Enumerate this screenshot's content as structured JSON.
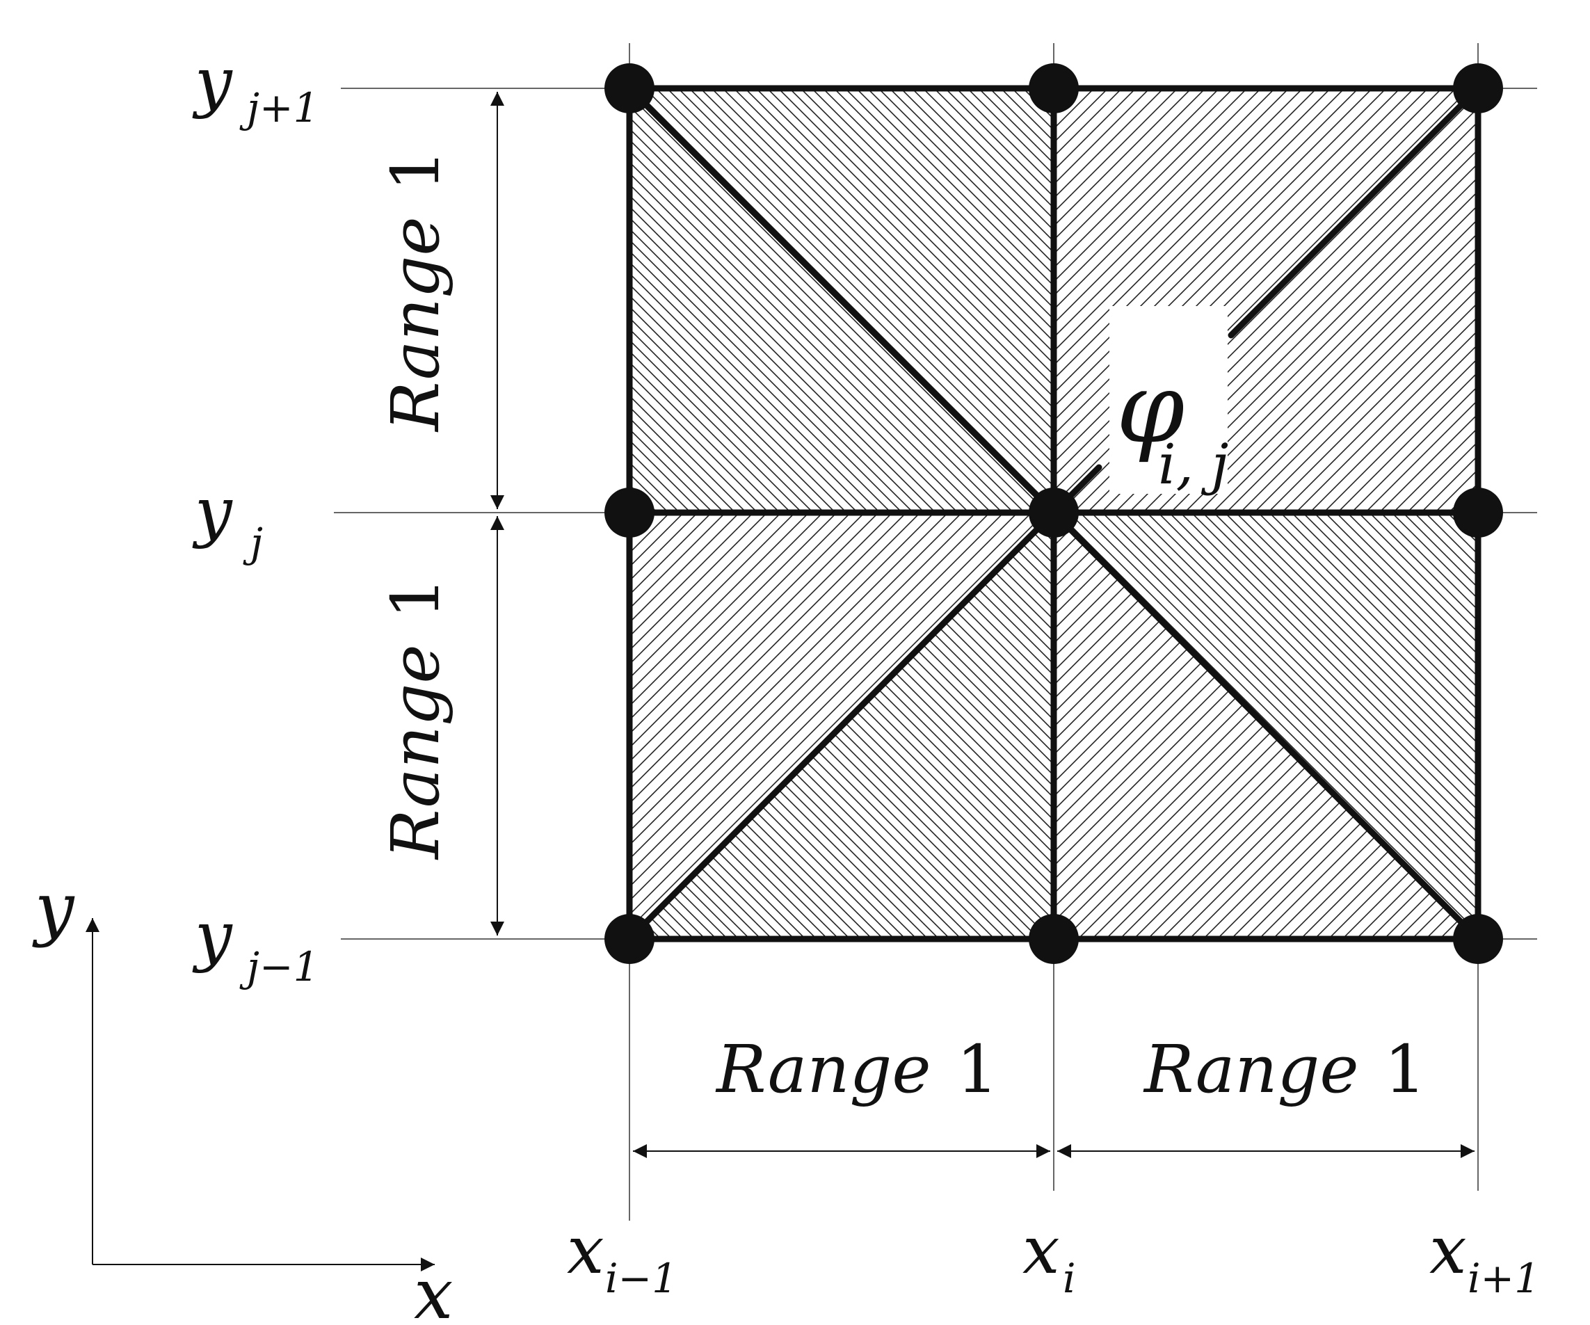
{
  "diagram": {
    "node_label": {
      "symbol": "φ",
      "subscript": "i, j"
    },
    "grid_labels": {
      "x_prev": {
        "base": "x",
        "sub": "i−1"
      },
      "x_curr": {
        "base": "x",
        "sub": "i"
      },
      "x_next": {
        "base": "x",
        "sub": "i+1"
      },
      "y_next": {
        "base": "y",
        "sub": "j+1"
      },
      "y_curr": {
        "base": "y",
        "sub": "j"
      },
      "y_prev": {
        "base": "y",
        "sub": "j−1"
      }
    },
    "dimensions": {
      "bottom_left": {
        "word": "Range",
        "num": "1"
      },
      "bottom_right": {
        "word": "Range",
        "num": "1"
      },
      "left_top": {
        "word": "Range",
        "num": "1"
      },
      "left_bottom": {
        "word": "Range",
        "num": "1"
      }
    },
    "axes": {
      "x_label": "x",
      "y_label": "y"
    },
    "colors": {
      "line": "#111111",
      "hatch": "#222222",
      "background": "#ffffff"
    }
  }
}
